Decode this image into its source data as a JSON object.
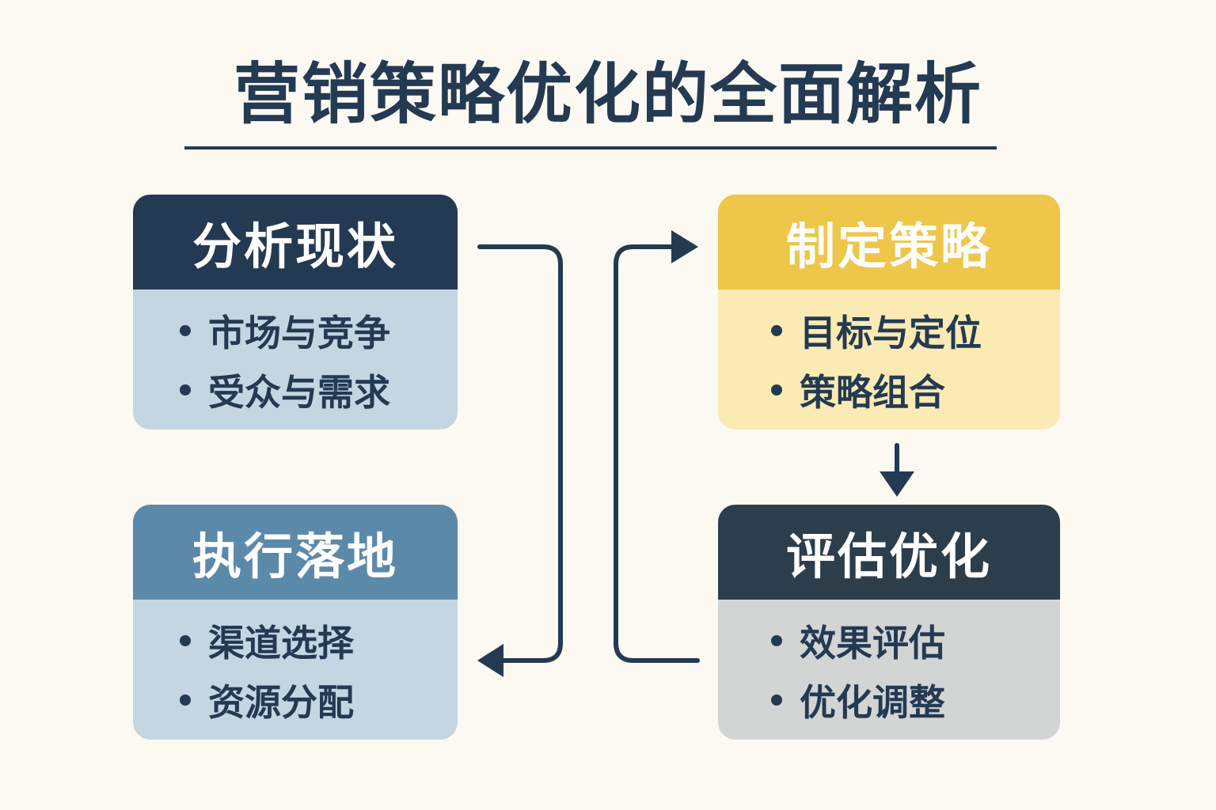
{
  "title": "营销策略优化的全面解析",
  "boxes": {
    "analyze": {
      "heading": "分析现状",
      "items": [
        "市场与竞争",
        "受众与需求"
      ]
    },
    "execute": {
      "heading": "执行落地",
      "items": [
        "渠道选择",
        "资源分配"
      ]
    },
    "strategy": {
      "heading": "制定策略",
      "items": [
        "目标与定位",
        "策略组合"
      ]
    },
    "evaluate": {
      "heading": "评估优化",
      "items": [
        "效果评估",
        "优化调整"
      ]
    }
  },
  "colors": {
    "navy": "#243a52",
    "steel_blue": "#5b89aa",
    "yellow": "#eec64a",
    "dark_slate": "#2c3d4b"
  }
}
